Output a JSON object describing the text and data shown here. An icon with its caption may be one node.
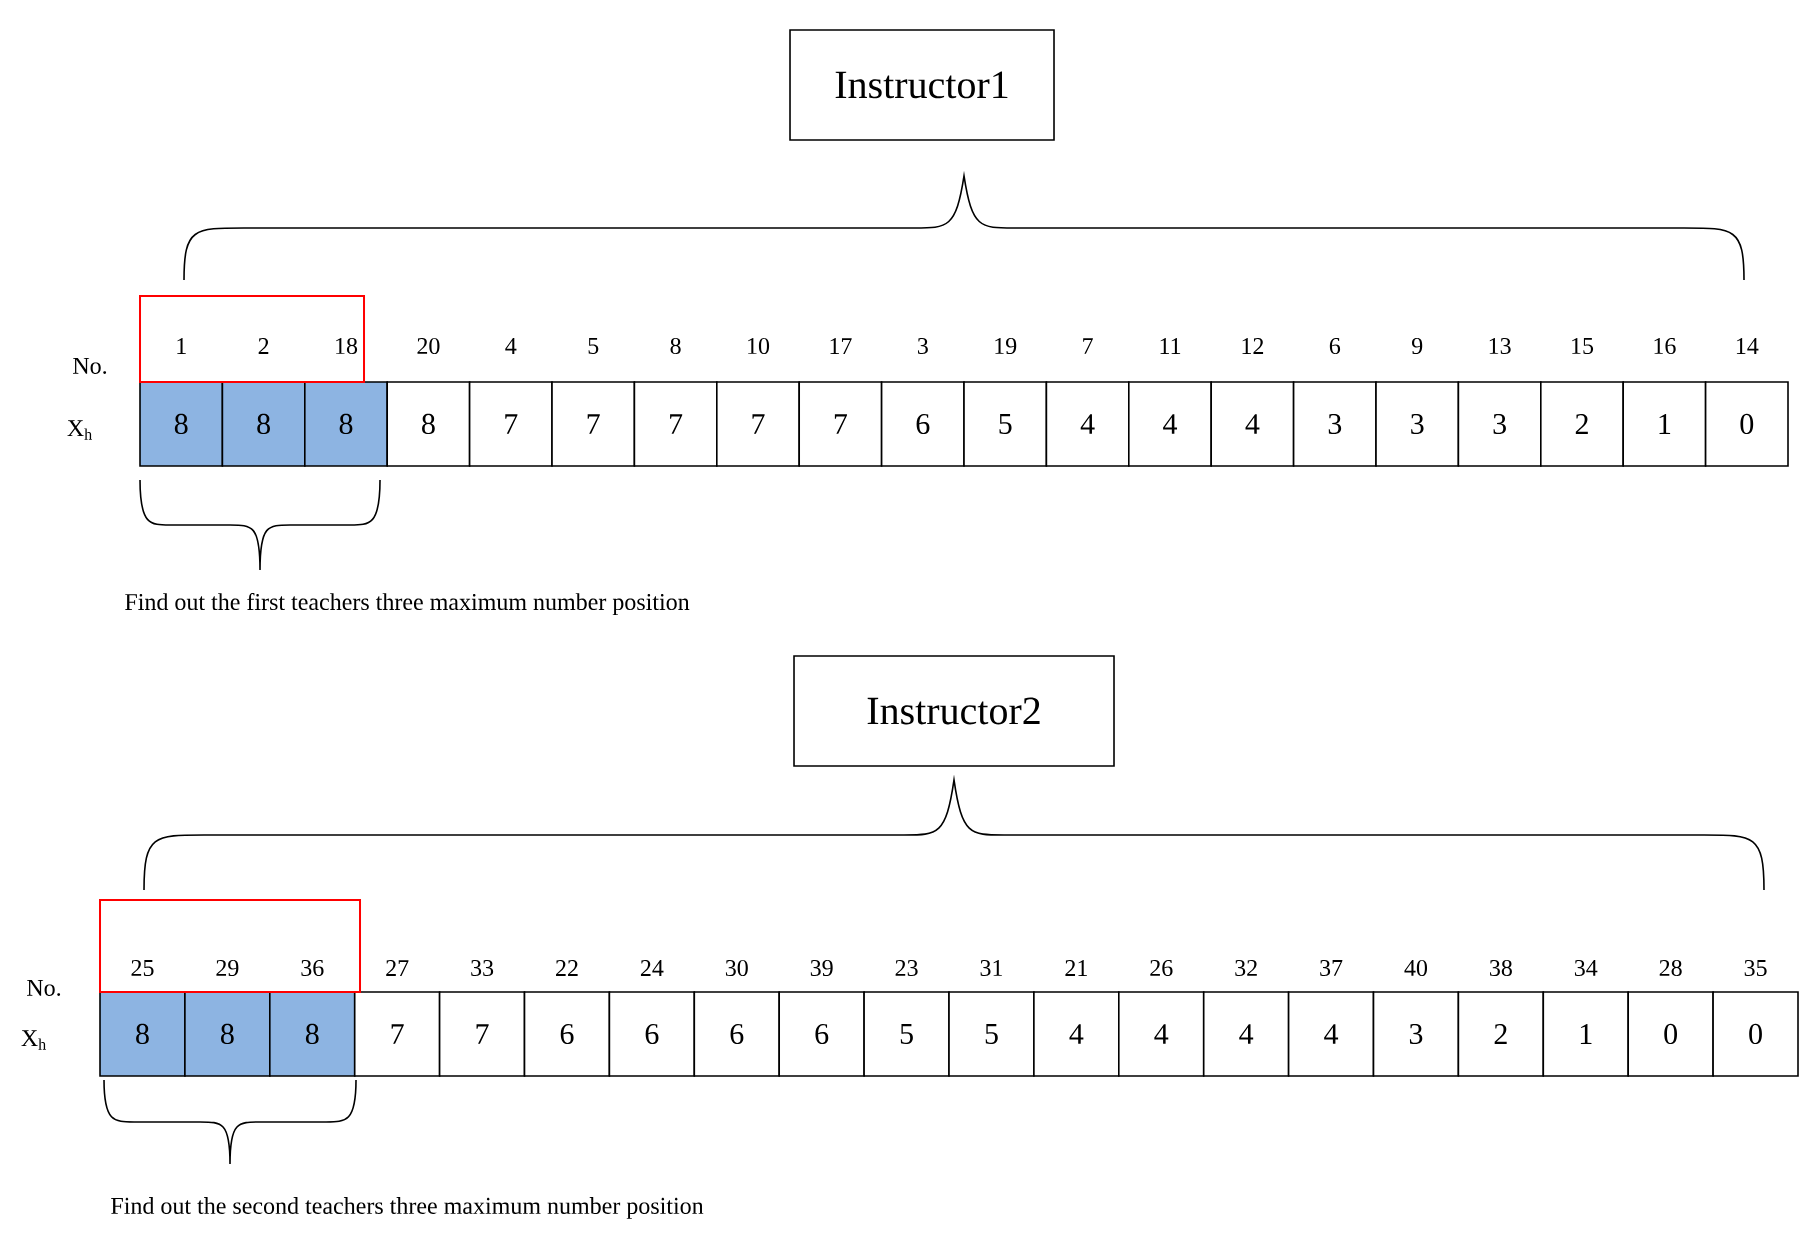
{
  "diagram": {
    "nodes": [
      {
        "text": [
          "Instructor1"
        ]
      },
      {
        "text": [
          "Instructor2"
        ]
      }
    ],
    "labels": [
      "No.",
      "1",
      "2",
      "18",
      "20",
      "4",
      "5",
      "8",
      "10",
      "17",
      "3",
      "19",
      "7",
      "11",
      "12",
      "6",
      "9",
      "13",
      "15",
      "16",
      "14",
      "X$_{h}$",
      "8",
      "8",
      "8",
      "8",
      "7",
      "7",
      "7",
      "7",
      "7",
      "6",
      "5",
      "4",
      "4",
      "4",
      "3",
      "3",
      "3",
      "2",
      "1",
      "0",
      "Find out the first teachers  three maximum number position",
      "No.",
      "25",
      "29",
      "36",
      "27",
      "33",
      "22",
      "24",
      "30",
      "39",
      "23",
      "31",
      "21",
      "26",
      "32",
      "37",
      "40",
      "38",
      "34",
      "28",
      "35",
      "X$_{h}$",
      "8",
      "8",
      "8",
      "7",
      "7",
      "6",
      "6",
      "6",
      "6",
      "5",
      "5",
      "4",
      "4",
      "4",
      "4",
      "3",
      "2",
      "1",
      "0",
      "0",
      "Find out the second teachers  three maximum number position"
    ]
  }
}
